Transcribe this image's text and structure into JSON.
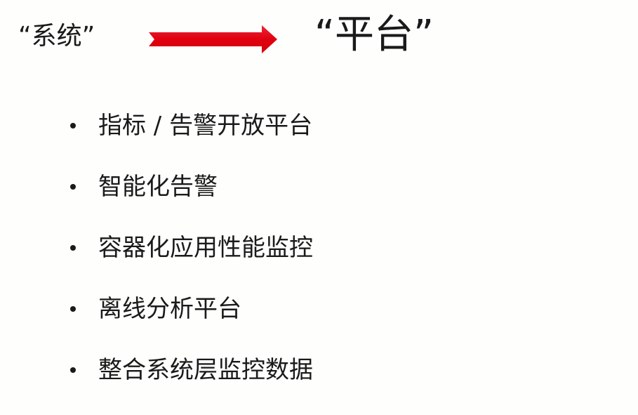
{
  "header": {
    "from_label": "“系统”",
    "to_label": "“平台”",
    "arrow_color": "#e0000f"
  },
  "bullets": [
    {
      "text": "指标 / 告警开放平台"
    },
    {
      "text": "智能化告警"
    },
    {
      "text": "容器化应用性能监控"
    },
    {
      "text": "离线分析平台"
    },
    {
      "text": "整合系统层监控数据"
    }
  ]
}
